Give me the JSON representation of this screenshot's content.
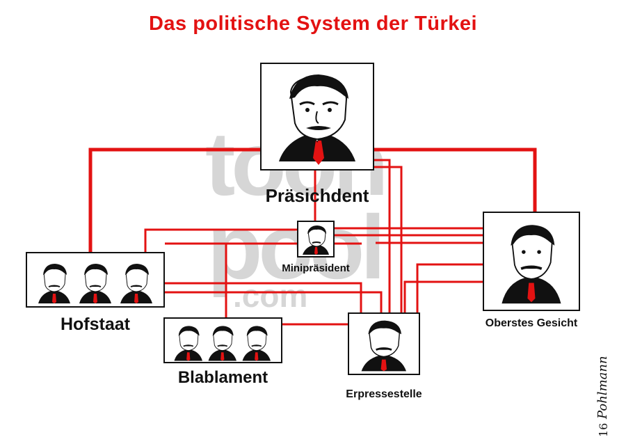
{
  "title": "Das politische System der Türkei",
  "colors": {
    "title": "#e31212",
    "lines": "#e31212",
    "ink": "#111111",
    "watermark": "#c9c9c9"
  },
  "watermark": {
    "line1": "toon",
    "line2": "pool",
    "line3": ".com"
  },
  "nodes": {
    "president": {
      "label": "Präsichdent",
      "portrait_count": 1
    },
    "minipresident": {
      "label": "Minipräsident",
      "portrait_count": 1
    },
    "court": {
      "label": "Hofstaat",
      "portrait_count": 3
    },
    "parliament": {
      "label": "Blablament",
      "portrait_count": 3
    },
    "blackmail": {
      "label": "Erpressestelle",
      "portrait_count": 1
    },
    "supreme": {
      "label": "Oberstes Gesicht",
      "portrait_count": 1
    }
  },
  "signature": {
    "text": "Pohlmann",
    "year": "16"
  }
}
